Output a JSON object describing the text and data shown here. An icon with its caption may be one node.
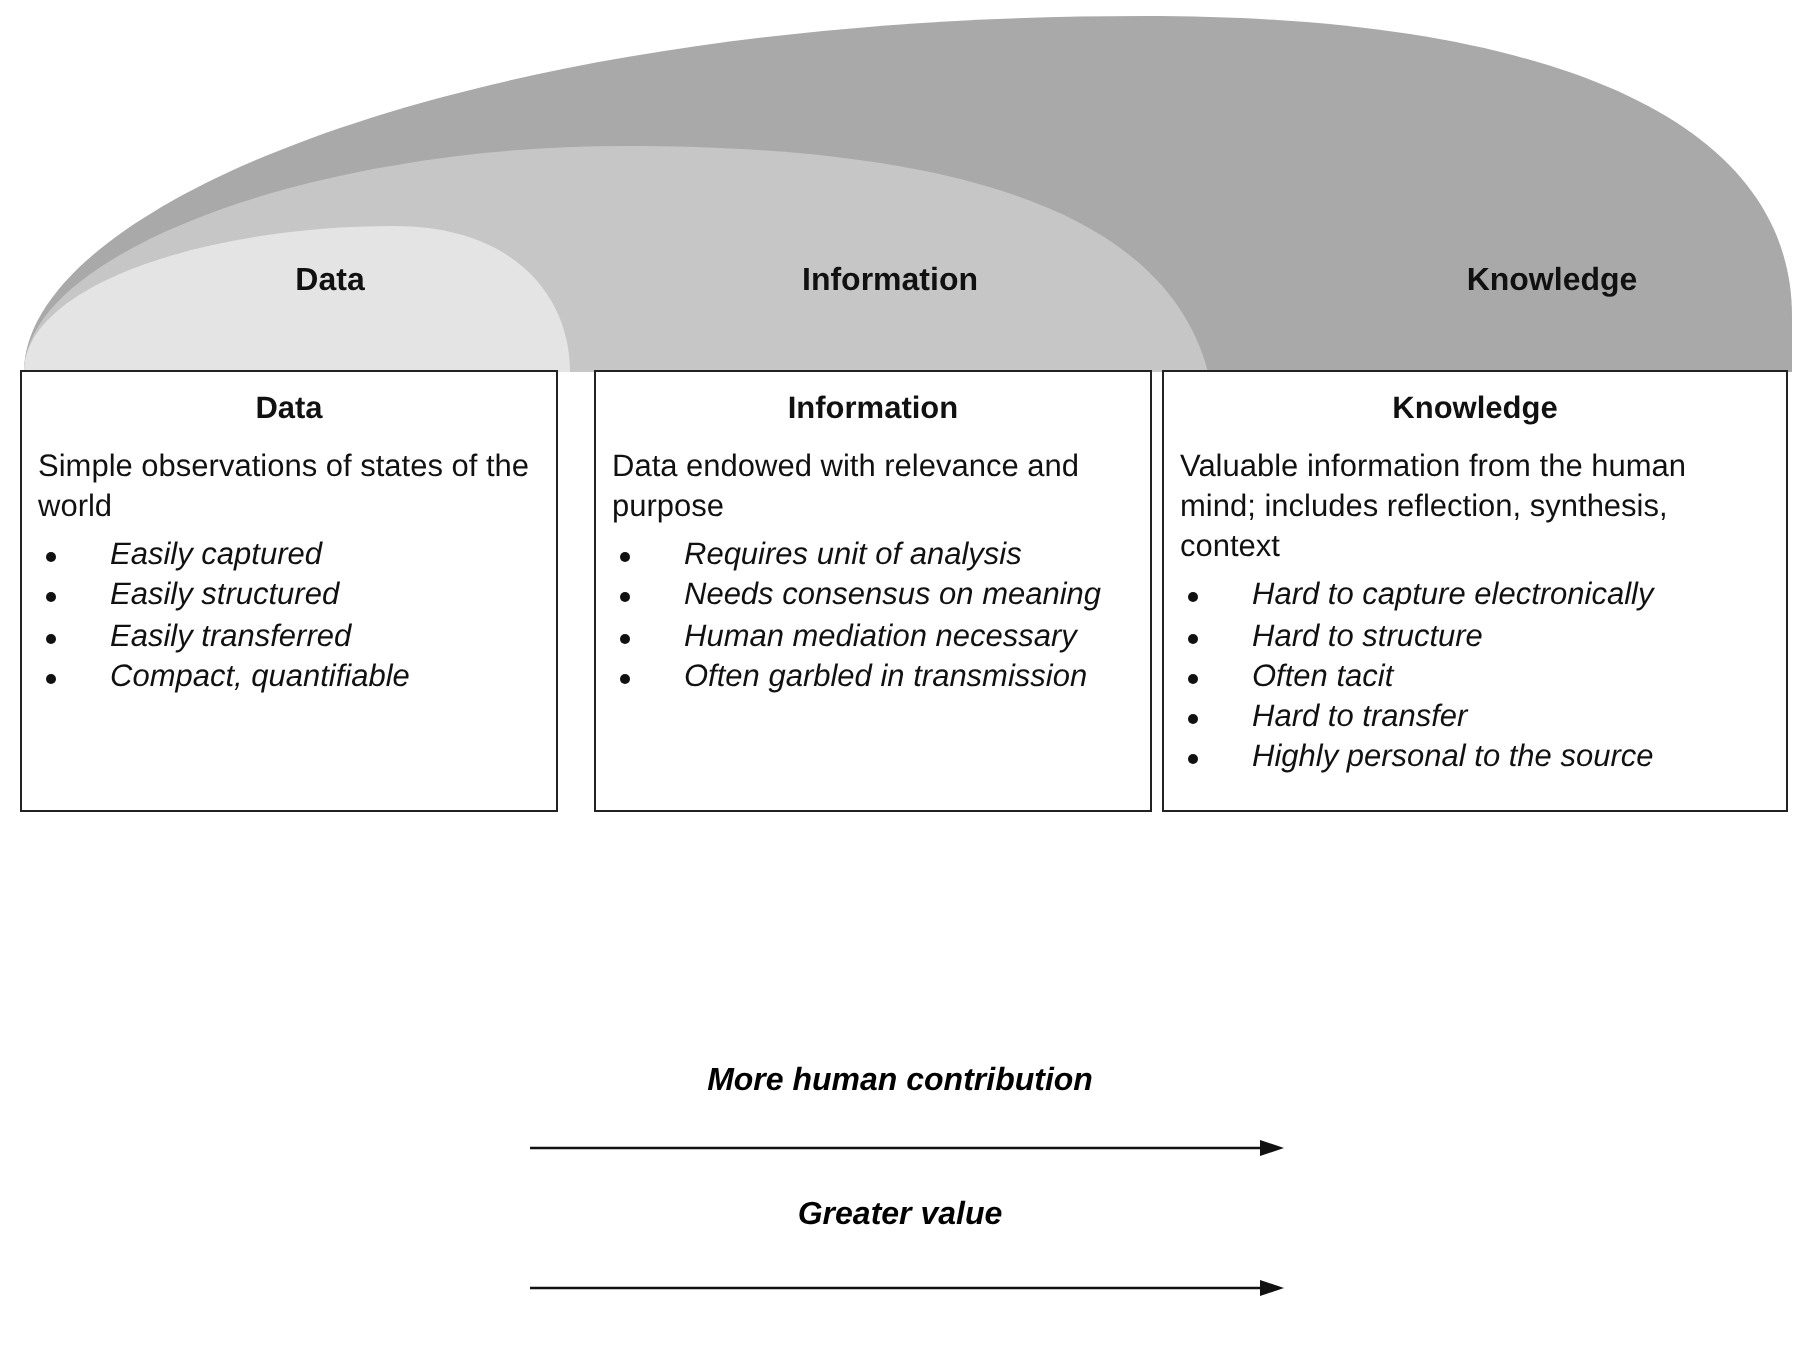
{
  "diagram": {
    "nodes": [
      {
        "text": [
          "Knowledge"
        ]
      },
      {
        "text": [
          "Information"
        ],
        "in": 0
      },
      {
        "text": [
          "Data"
        ],
        "in": 1
      },
      {
        "text": [
          "Data",
          "Simple observations of states of the world",
          "Easily captured",
          "Easily structured",
          "Easily transferred",
          "Compact, quantifiable"
        ]
      },
      {
        "text": [
          "Information",
          "Data endowed with relevance and purpose",
          "Requires unit of analysis",
          "Needs consensus on meaning",
          "Human mediation necessary",
          "Often garbled in transmission"
        ]
      },
      {
        "text": [
          "Knowledge",
          "Valuable information from the human mind; includes reflection, synthesis, context",
          "Hard to capture electronically",
          "Hard to structure",
          "Often tacit",
          "Hard to transfer",
          "Highly personal to the source"
        ]
      }
    ],
    "labels": [
      "More human contribution",
      "Greater value"
    ]
  }
}
